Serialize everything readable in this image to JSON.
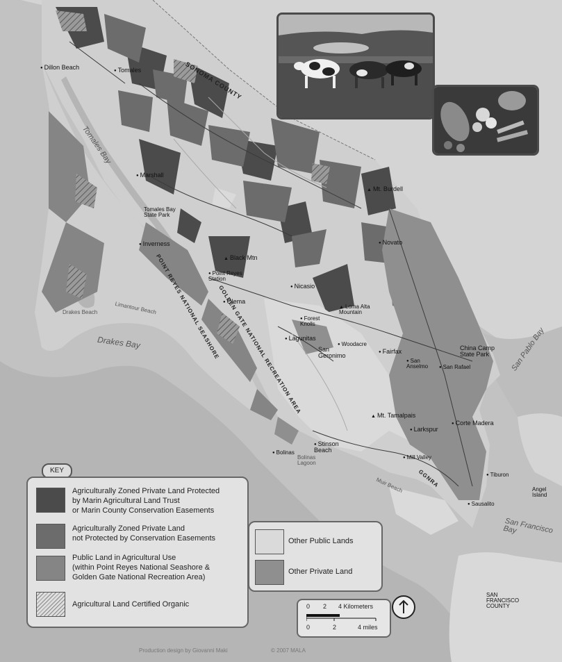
{
  "colors": {
    "ocean": "#b5b5b5",
    "shelf": "#c9c9c9",
    "land_other": "#cfcfcf",
    "protected": "#4b4b4b",
    "unprotected": "#6c6c6c",
    "public_ag": "#858585",
    "other_public": "#dadada",
    "other_private": "#8f8f8f",
    "road": "#3a3a3a"
  },
  "places": [
    {
      "name": "Dillon Beach",
      "kind": "dot"
    },
    {
      "name": "Tomales",
      "kind": "dot"
    },
    {
      "name": "Marshall",
      "kind": "dot"
    },
    {
      "name": "Tomales Bay\nState Park",
      "kind": "text"
    },
    {
      "name": "Inverness",
      "kind": "dot"
    },
    {
      "name": "Black Mtn",
      "kind": "peak"
    },
    {
      "name": "Point Reyes\nStation",
      "kind": "dot"
    },
    {
      "name": "Nicasio",
      "kind": "dot"
    },
    {
      "name": "Olema",
      "kind": "dot"
    },
    {
      "name": "Loma Alta\nMountain",
      "kind": "peak"
    },
    {
      "name": "Forest\nKnolls",
      "kind": "dot"
    },
    {
      "name": "Lagunitas",
      "kind": "dot"
    },
    {
      "name": "San\nGeronimo",
      "kind": "text"
    },
    {
      "name": "Woodacre",
      "kind": "dot"
    },
    {
      "name": "Fairfax",
      "kind": "dot"
    },
    {
      "name": "San\nAnselmo",
      "kind": "dot"
    },
    {
      "name": "San Rafael",
      "kind": "dot"
    },
    {
      "name": "China Camp\nState Park",
      "kind": "text"
    },
    {
      "name": "Mt. Burdell",
      "kind": "peak"
    },
    {
      "name": "Novato",
      "kind": "dot"
    },
    {
      "name": "Mt. Tamalpais",
      "kind": "peak"
    },
    {
      "name": "Larkspur",
      "kind": "dot"
    },
    {
      "name": "Corte Madera",
      "kind": "dot"
    },
    {
      "name": "Mill Valley",
      "kind": "dot"
    },
    {
      "name": "Tiburon",
      "kind": "dot"
    },
    {
      "name": "Angel\nIsland",
      "kind": "text"
    },
    {
      "name": "Sausalito",
      "kind": "dot"
    },
    {
      "name": "Stinson\nBeach",
      "kind": "dot"
    },
    {
      "name": "Bolinas",
      "kind": "dot"
    },
    {
      "name": "Bolinas\nLagoon",
      "kind": "text"
    },
    {
      "name": "Drakes Beach",
      "kind": "text"
    },
    {
      "name": "Limantour Beach",
      "kind": "text"
    },
    {
      "name": "Muir Beach",
      "kind": "text"
    }
  ],
  "regions": {
    "sonoma": "SONOMA COUNTY",
    "prns": "POINT REYES NATIONAL SEASHORE",
    "ggnra": "GOLDEN GATE NATIONAL RECREATION AREA",
    "ggnra_south": "GGNRA",
    "sf_county": "SAN\nFRANCISCO\nCOUNTY"
  },
  "water": {
    "tomales_bay": "Tomales Bay",
    "drakes_bay": "Drakes Bay",
    "san_pablo_bay": "San Pablo Bay",
    "sf_bay": "San Francisco\nBay"
  },
  "key": {
    "title": "KEY",
    "items": [
      {
        "label": "Agriculturally Zoned Private Land Protected\nby Marin Agricultural Land Trust\nor Marin County Conservation Easements",
        "color": "#4b4b4b",
        "pattern": "solid"
      },
      {
        "label": "Agriculturally Zoned Private Land\nnot Protected by Conservation Easements",
        "color": "#6c6c6c",
        "pattern": "solid"
      },
      {
        "label": "Public Land in Agricultural Use\n(within Point Reyes National Seashore &\nGolden Gate National Recreation Area)",
        "color": "#858585",
        "pattern": "solid"
      },
      {
        "label": "Agricultural Land Certified Organic",
        "color": "#d8d8d8",
        "pattern": "hatch"
      }
    ],
    "other_items": [
      {
        "label": "Other Public Lands",
        "color": "#dadada"
      },
      {
        "label": "Other Private Land",
        "color": "#8f8f8f"
      }
    ]
  },
  "scale": {
    "km_ticks": [
      "0",
      "2",
      "4 Kilometers"
    ],
    "mi_ticks": [
      "0",
      "2",
      "4 miles"
    ]
  },
  "north": "north-arrow-icon",
  "credit": "Production design by Giovanni Maki",
  "copyright": "© 2007 MALA"
}
